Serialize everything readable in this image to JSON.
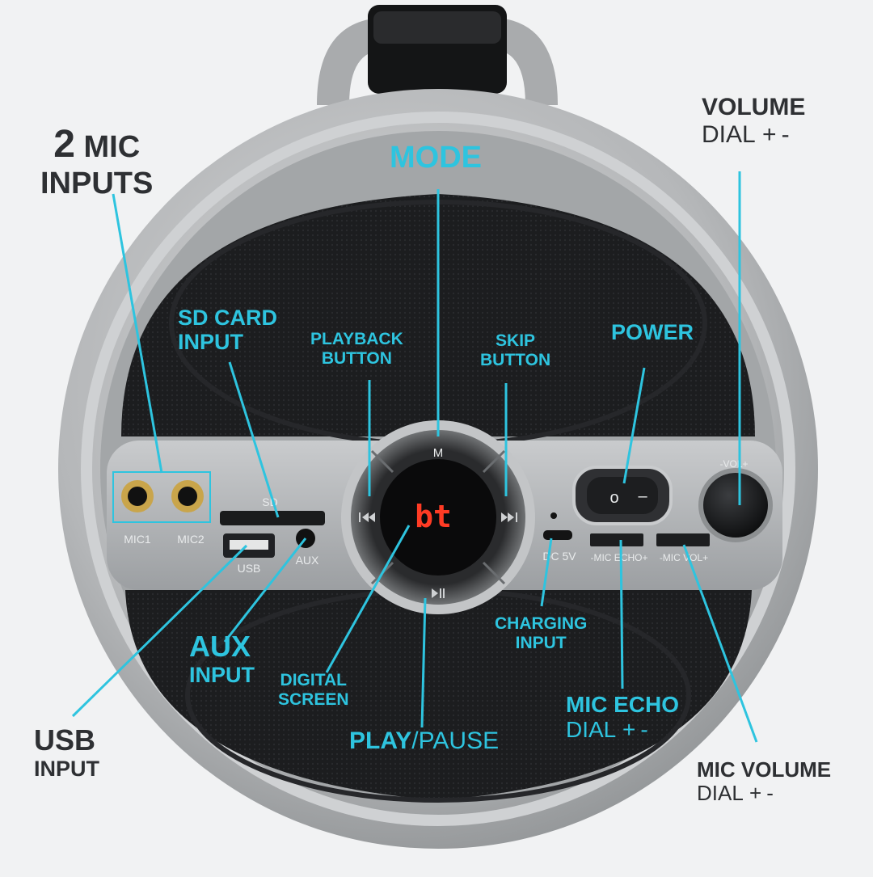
{
  "colors": {
    "accent": "#2ec4df",
    "dark_text": "#2e3033",
    "led": "#ff3b24"
  },
  "device": {
    "mode_button_glyph": "M",
    "mic1_label": "MIC1",
    "mic2_label": "MIC2",
    "sd_label": "SD",
    "usb_label": "USB",
    "aux_label": "AUX",
    "dc_label": "DC 5V",
    "mic_echo_label": "-MIC ECHO+",
    "mic_vol_label": "-MIC VOL+",
    "vol_label": "-VOL+",
    "display_text": "bt",
    "power_on_symbol": "o",
    "power_off_symbol": "–"
  },
  "labels": {
    "mic_count": "2",
    "mic_line1": "MIC",
    "mic_line2": "INPUTS",
    "mode": "MODE",
    "volume_line1": "VOLUME",
    "volume_dial": "DIAL",
    "volume_plusminus": "+-",
    "sd_line1": "SD CARD",
    "sd_line2": "INPUT",
    "playback_line1": "PLAYBACK",
    "playback_line2": "BUTTON",
    "skip_line1": "SKIP",
    "skip_line2": "BUTTON",
    "power": "POWER",
    "aux_line1": "AUX",
    "aux_line2": "INPUT",
    "digital_line1": "DIGITAL",
    "digital_line2": "SCREEN",
    "play": "PLAY",
    "slash": "/",
    "pause": "PAUSE",
    "charging_line1": "CHARGING",
    "charging_line2": "INPUT",
    "echo_line1": "MIC ECHO",
    "echo_dial": "DIAL",
    "echo_plusminus": "+-",
    "usb_line1": "USB",
    "usb_line2": "INPUT",
    "micvol_line1": "MIC VOLUME",
    "micvol_dial": "DIAL",
    "micvol_plusminus": "+-"
  }
}
